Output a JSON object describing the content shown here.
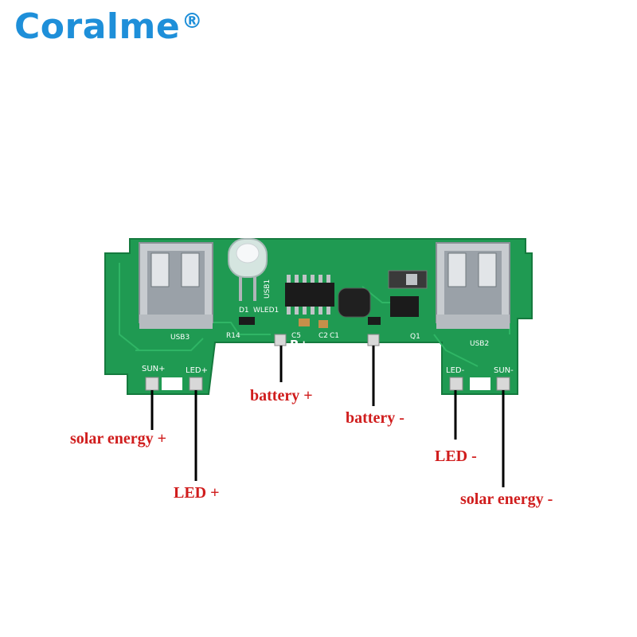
{
  "brand": {
    "name": "Coralme",
    "mark": "®",
    "color": "#1e8fd9"
  },
  "board": {
    "color": "#1f9a52",
    "silkscreen": {
      "usb_left": "USB3",
      "usb_right": "USB2",
      "usb_mid": "USB1",
      "sun_plus": "SUN+",
      "led_plus": "LED+",
      "led_minus": "LED-",
      "sun_minus": "SUN-",
      "b_plus": "B+",
      "d1": "D1",
      "wled": "WLED1",
      "r14": "R14",
      "c5": "C5",
      "c2": "C2",
      "c1": "C1",
      "q1": "Q1"
    }
  },
  "callouts": {
    "solar_plus": "solar energy +",
    "led_plus": "LED +",
    "battery_plus": "battery +",
    "battery_minus": "battery -",
    "led_minus": "LED -",
    "solar_minus": "solar energy -"
  },
  "label_color": "#d01d1d"
}
